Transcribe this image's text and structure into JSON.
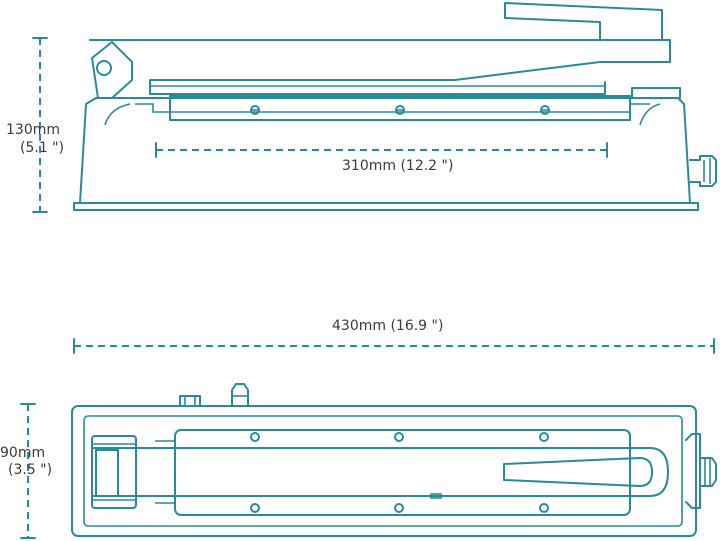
{
  "colors": {
    "line": "#2b8a9a",
    "text": "#3a3a3a",
    "background": "#ffffff"
  },
  "dimensions": {
    "side_height": {
      "mm": "130mm",
      "inch": "(5.1 \")"
    },
    "seal_length": {
      "text": "310mm (12.2 \")"
    },
    "total_length": {
      "text": "430mm (16.9 \")"
    },
    "top_width": {
      "mm": "90mm",
      "inch": "(3.5 \")"
    }
  }
}
